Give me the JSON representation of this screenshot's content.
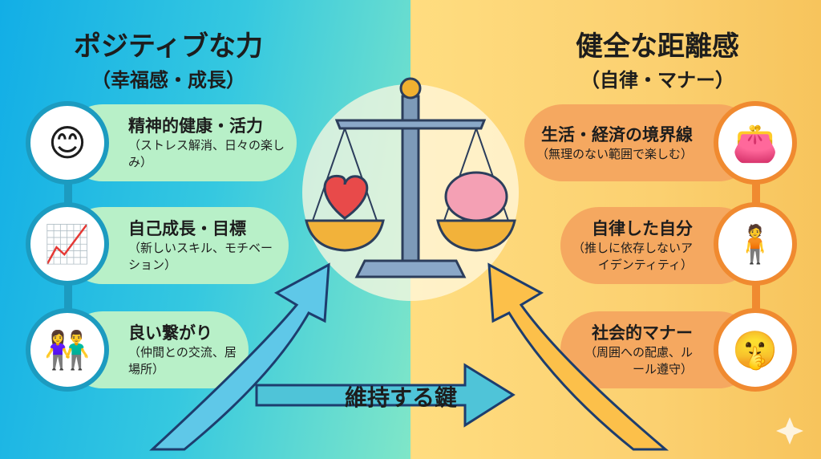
{
  "left": {
    "title": "ポジティブな力",
    "subtitle": "（幸福感・成長）",
    "items": [
      {
        "heading": "精神的健康・活力",
        "desc": "（ストレス解消、日々の楽しみ）",
        "icon": "sun-smile-icon"
      },
      {
        "heading": "自己成長・目標",
        "desc": "（新しいスキル、モチベーション）",
        "icon": "growth-trophy-icon"
      },
      {
        "heading": "良い繋がり",
        "desc": "（仲間との交流、居場所）",
        "icon": "friends-icon"
      }
    ]
  },
  "right": {
    "title": "健全な距離感",
    "subtitle": "（自律・マナー）",
    "items": [
      {
        "heading": "生活・経済の境界線",
        "desc": "（無理のない範囲で楽しむ）",
        "icon": "wallet-clock-icon"
      },
      {
        "heading": "自律した自分",
        "desc": "（推しに依存しないアイデンティティ）",
        "icon": "confident-person-icon"
      },
      {
        "heading": "社会的マナー",
        "desc": "（周囲への配慮、ルール遵守）",
        "icon": "shush-person-icon"
      }
    ]
  },
  "center": {
    "key_label": "維持する鍵"
  },
  "colors": {
    "left_accent": "#1c9bc0",
    "right_accent": "#f08a30"
  }
}
